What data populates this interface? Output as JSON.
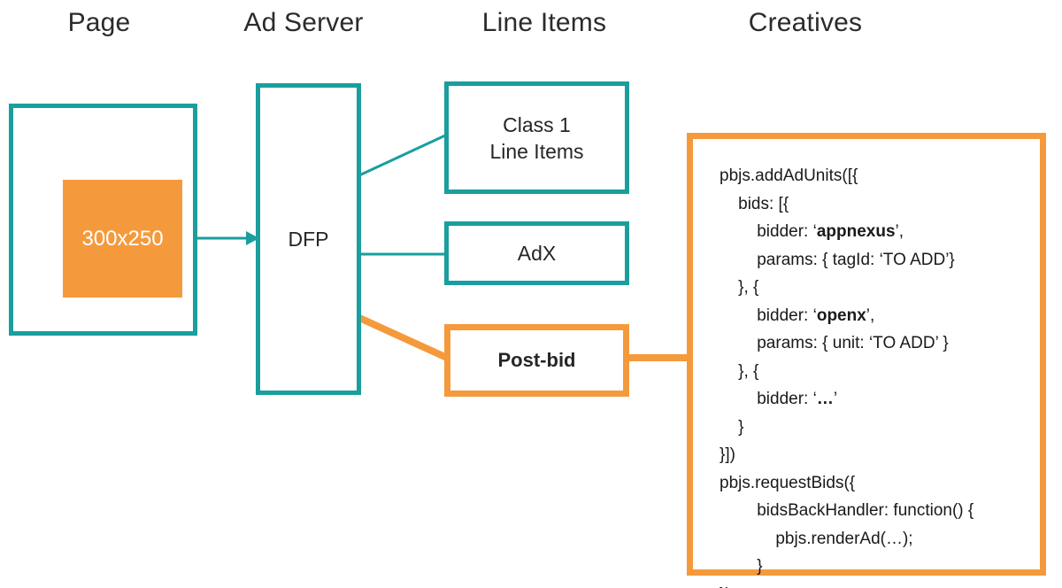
{
  "colors": {
    "teal": "#1A9E9E",
    "orange": "#F59A3C",
    "text": "#262626",
    "background": "#FFFFFF"
  },
  "headings": [
    {
      "label": "Page"
    },
    {
      "label": "Ad Server"
    },
    {
      "label": "Line Items"
    },
    {
      "label": "Creatives"
    }
  ],
  "nodes": {
    "page_box": {
      "label": ""
    },
    "ad_slot": {
      "label": "300x250"
    },
    "ad_server": {
      "label": "DFP"
    },
    "class1": {
      "line1": "Class 1",
      "line2": "Line Items"
    },
    "adx": {
      "label": "AdX"
    },
    "post_bid": {
      "label": "Post-bid"
    }
  },
  "code_block": {
    "lines": [
      {
        "indent": 0,
        "parts": [
          {
            "text": "pbjs.addAdUnits([{",
            "bold": false
          }
        ]
      },
      {
        "indent": 1,
        "parts": [
          {
            "text": "bids: [{",
            "bold": false
          }
        ]
      },
      {
        "indent": 2,
        "parts": [
          {
            "text": "bidder: ‘",
            "bold": false
          },
          {
            "text": "appnexus",
            "bold": true
          },
          {
            "text": "’,",
            "bold": false
          }
        ]
      },
      {
        "indent": 2,
        "parts": [
          {
            "text": "params: { tagId: ‘TO ADD’}",
            "bold": false
          }
        ]
      },
      {
        "indent": 1,
        "parts": [
          {
            "text": "}, {",
            "bold": false
          }
        ]
      },
      {
        "indent": 2,
        "parts": [
          {
            "text": "bidder: ‘",
            "bold": false
          },
          {
            "text": "openx",
            "bold": true
          },
          {
            "text": "’,",
            "bold": false
          }
        ]
      },
      {
        "indent": 2,
        "parts": [
          {
            "text": "params: { unit: ‘TO ADD’ }",
            "bold": false
          }
        ]
      },
      {
        "indent": 1,
        "parts": [
          {
            "text": "}, {",
            "bold": false
          }
        ]
      },
      {
        "indent": 2,
        "parts": [
          {
            "text": "bidder: ‘",
            "bold": false
          },
          {
            "text": "…",
            "bold": true
          },
          {
            "text": "’",
            "bold": false
          }
        ]
      },
      {
        "indent": 1,
        "parts": [
          {
            "text": "}",
            "bold": false
          }
        ]
      },
      {
        "indent": 0,
        "parts": [
          {
            "text": "}])",
            "bold": false
          }
        ]
      },
      {
        "indent": 0,
        "parts": [
          {
            "text": "pbjs.requestBids({",
            "bold": false
          }
        ]
      },
      {
        "indent": 2,
        "parts": [
          {
            "text": "bidsBackHandler: function() {",
            "bold": false
          }
        ]
      },
      {
        "indent": 3,
        "parts": [
          {
            "text": "pbjs.renderAd(…);",
            "bold": false
          }
        ]
      },
      {
        "indent": 2,
        "parts": [
          {
            "text": "}",
            "bold": false
          }
        ]
      },
      {
        "indent": 0,
        "parts": [
          {
            "text": "});",
            "bold": false
          }
        ]
      }
    ]
  }
}
